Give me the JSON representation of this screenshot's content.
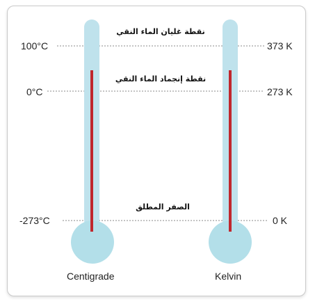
{
  "scale_left": {
    "name": "Centigrade",
    "boiling": "100°C",
    "freezing": "0°C",
    "absolute_zero": "-273°C"
  },
  "scale_right": {
    "name": "Kelvin",
    "boiling": "373 K",
    "freezing": "273 K",
    "absolute_zero": "0 K"
  },
  "annotations": {
    "boiling_point": "نقطة غليان الماء النقي",
    "freezing_point": "نقطة إنجماد الماء النقي",
    "absolute_zero": "الصفر المطلق"
  },
  "colors": {
    "tube": "#bfe2ec",
    "bulb": "#b3dfe9",
    "mercury": "#c0272d",
    "guide": "#8a8a8a"
  }
}
